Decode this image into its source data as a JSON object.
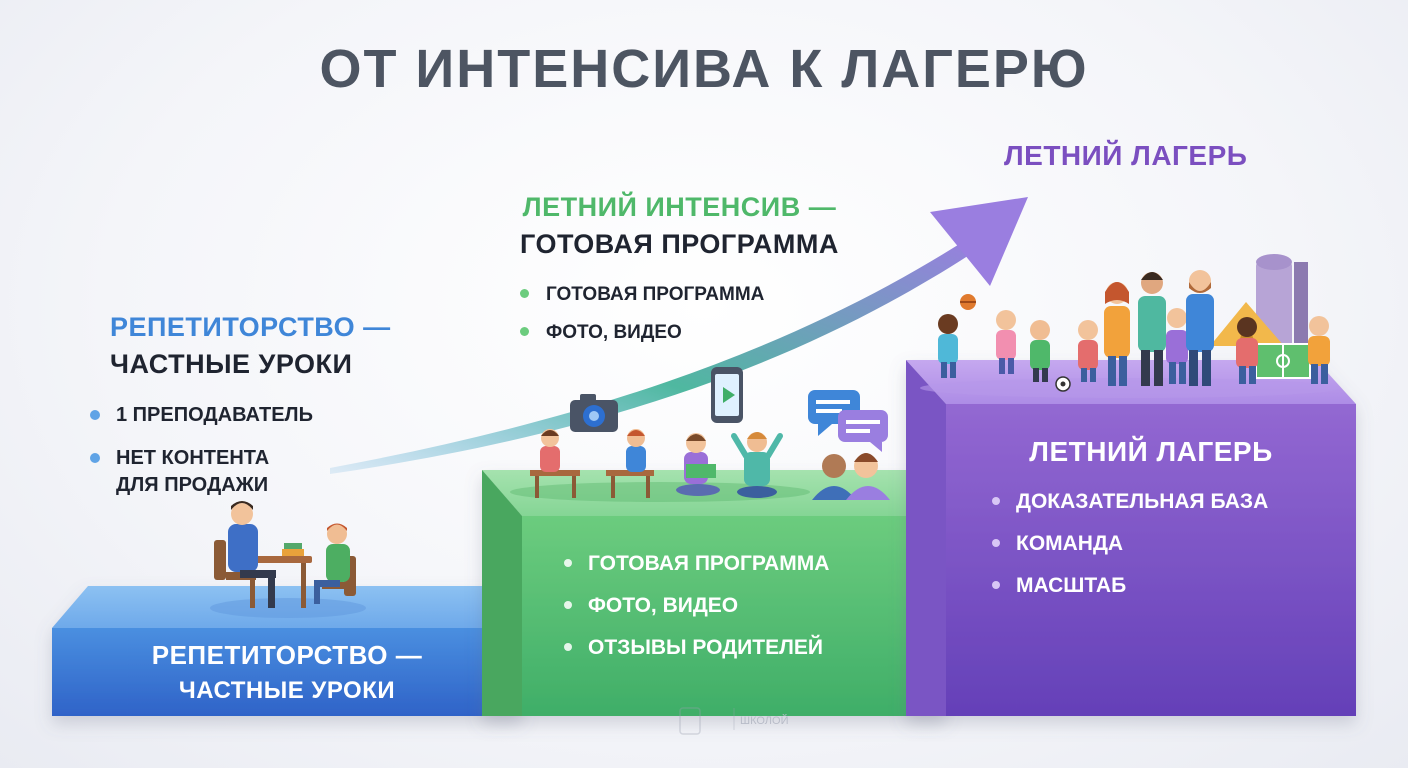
{
  "title": "ОТ ИНТЕНСИВА К ЛАГЕРЮ",
  "tutoring": {
    "heading_line1": "РЕПЕТИТОРСТВО —",
    "heading_line2": "ЧАСТНЫЕ УРОКИ",
    "bullets": [
      "1 ПРЕПОДАВАТЕЛЬ",
      "НЕТ КОНТЕНТА",
      "ДЛЯ ПРОДАЖИ"
    ],
    "step_line1": "РЕПЕТИТОРСТВО —",
    "step_line2": "ЧАСТНЫЕ УРОКИ"
  },
  "intensive": {
    "heading_line1": "ЛЕТНИЙ ИНТЕНСИВ —",
    "heading_line2": "ГОТОВАЯ ПРОГРАММА",
    "bullets": [
      "ГОТОВАЯ ПРОГРАММА",
      "ФОТО, ВИДЕО"
    ],
    "step_bullets": [
      "ГОТОВАЯ ПРОГРАММА",
      "ФОТО, ВИДЕО",
      "ОТЗЫВЫ РОДИТЕЛЕЙ"
    ]
  },
  "camp": {
    "heading": "ЛЕТНИЙ ЛАГЕРЬ",
    "step_title": "ЛЕТНИЙ ЛАГЕРЬ",
    "step_bullets": [
      "ДОКАЗАТЕЛЬНАЯ БАЗА",
      "КОМАНДА",
      "МАСШТАБ"
    ]
  },
  "watermark": "ШКОЛОЙ",
  "colors": {
    "title": "#4d5562",
    "blue": "#3f86d8",
    "green": "#4fb86a",
    "purple": "#7b4fc0",
    "dark": "#1f2430"
  },
  "icons": [
    "camera-icon",
    "smartphone-play-icon",
    "chat-bubbles-icon",
    "arrow-up-right-icon",
    "basketball-icon",
    "soccer-ball-icon",
    "tent-icon",
    "soccer-field-icon"
  ]
}
